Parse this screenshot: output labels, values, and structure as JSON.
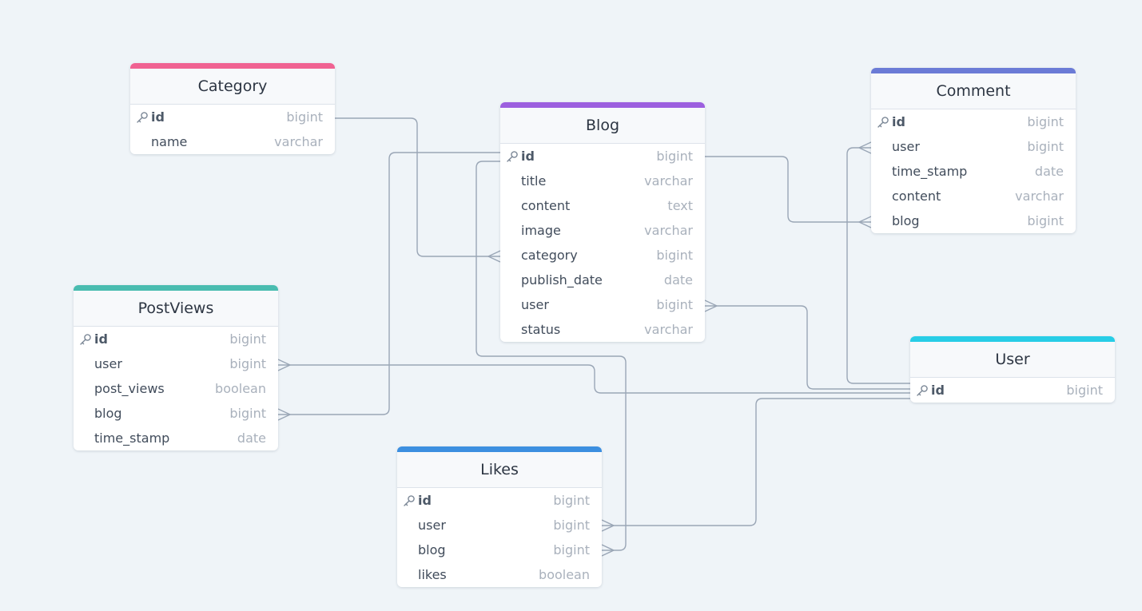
{
  "colors": {
    "background": "#eff4f8",
    "connector": "#9aa6b6",
    "category": "#f06292",
    "blog": "#9c5fdf",
    "comment": "#6b7bd6",
    "postviews": "#49bcb0",
    "user": "#27cde6",
    "likes": "#3c8fe0"
  },
  "tables": {
    "category": {
      "name": "Category",
      "fields": [
        {
          "name": "id",
          "type": "bigint",
          "pk": true
        },
        {
          "name": "name",
          "type": "varchar"
        }
      ]
    },
    "blog": {
      "name": "Blog",
      "fields": [
        {
          "name": "id",
          "type": "bigint",
          "pk": true
        },
        {
          "name": "title",
          "type": "varchar"
        },
        {
          "name": "content",
          "type": "text"
        },
        {
          "name": "image",
          "type": "varchar"
        },
        {
          "name": "category",
          "type": "bigint"
        },
        {
          "name": "publish_date",
          "type": "date"
        },
        {
          "name": "user",
          "type": "bigint"
        },
        {
          "name": "status",
          "type": "varchar"
        }
      ]
    },
    "comment": {
      "name": "Comment",
      "fields": [
        {
          "name": "id",
          "type": "bigint",
          "pk": true
        },
        {
          "name": "user",
          "type": "bigint"
        },
        {
          "name": "time_stamp",
          "type": "date"
        },
        {
          "name": "content",
          "type": "varchar"
        },
        {
          "name": "blog",
          "type": "bigint"
        }
      ]
    },
    "postviews": {
      "name": "PostViews",
      "fields": [
        {
          "name": "id",
          "type": "bigint",
          "pk": true
        },
        {
          "name": "user",
          "type": "bigint"
        },
        {
          "name": "post_views",
          "type": "boolean"
        },
        {
          "name": "blog",
          "type": "bigint"
        },
        {
          "name": "time_stamp",
          "type": "date"
        }
      ]
    },
    "user": {
      "name": "User",
      "fields": [
        {
          "name": "id",
          "type": "bigint",
          "pk": true
        }
      ]
    },
    "likes": {
      "name": "Likes",
      "fields": [
        {
          "name": "id",
          "type": "bigint",
          "pk": true
        },
        {
          "name": "user",
          "type": "bigint"
        },
        {
          "name": "blog",
          "type": "bigint"
        },
        {
          "name": "likes",
          "type": "boolean"
        }
      ]
    }
  },
  "relationships": [
    {
      "from": "Category.id",
      "to": "Blog.category",
      "cardinality": "one-to-many"
    },
    {
      "from": "Blog.id",
      "to": "PostViews.blog",
      "cardinality": "one-to-many"
    },
    {
      "from": "Blog.id",
      "to": "Likes.blog",
      "cardinality": "one-to-many"
    },
    {
      "from": "Blog.id",
      "to": "Comment.blog",
      "cardinality": "one-to-many"
    },
    {
      "from": "User.id",
      "to": "Comment.user",
      "cardinality": "one-to-many"
    },
    {
      "from": "User.id",
      "to": "Blog.user",
      "cardinality": "one-to-many"
    },
    {
      "from": "User.id",
      "to": "PostViews.user",
      "cardinality": "one-to-many"
    },
    {
      "from": "User.id",
      "to": "Likes.user",
      "cardinality": "one-to-many"
    }
  ]
}
